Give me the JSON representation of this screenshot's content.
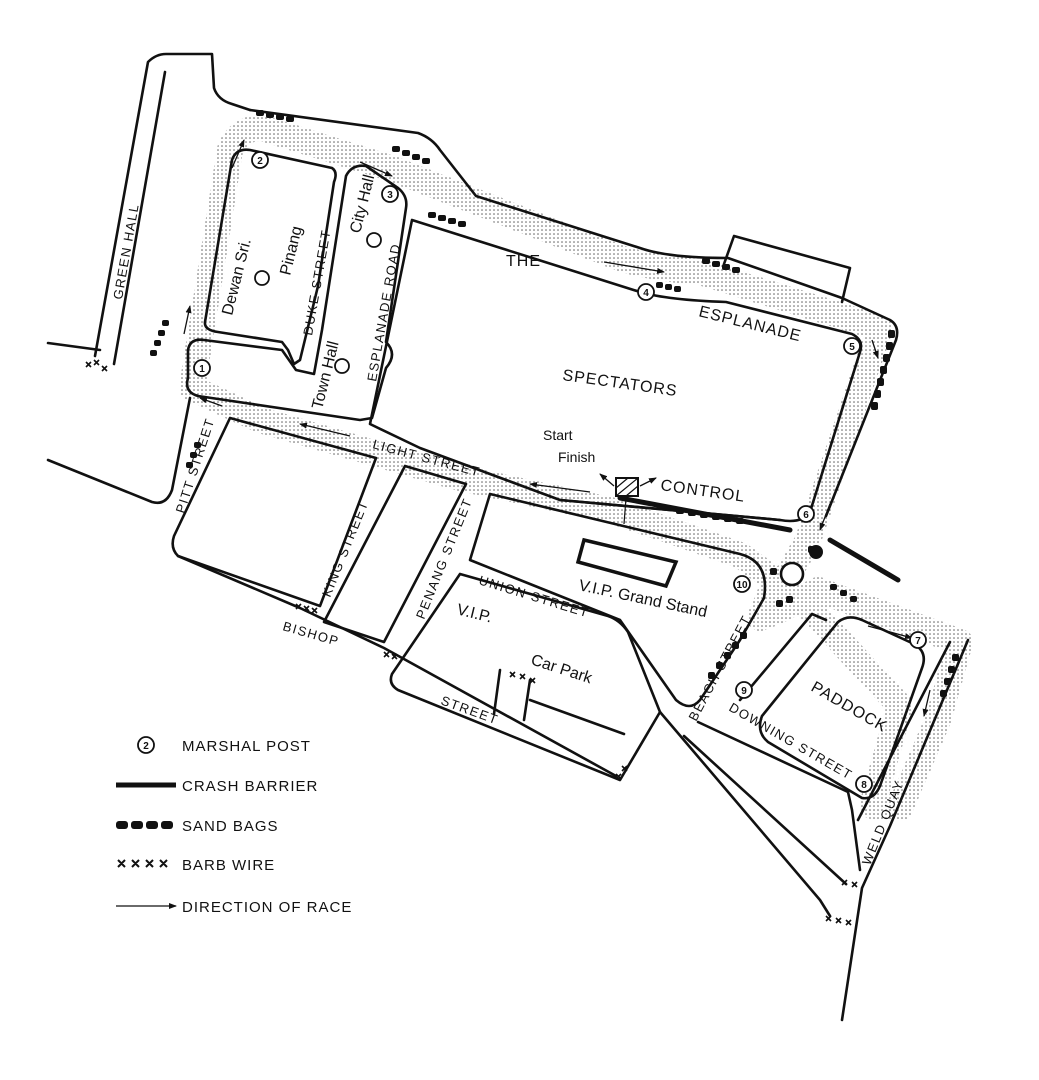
{
  "streets": {
    "green_hall": "GREEN HALL",
    "pitt_street": "PITT STREET",
    "duke_street": "DUKE STREET",
    "esplanade_road": "ESPLANADE ROAD",
    "light_street": "LIGHT STREET",
    "king_street": "KING STREET",
    "penang_street": "PENANG STREET",
    "union_street": "UNION STREET",
    "bishop": "BISHOP",
    "street": "STREET",
    "beach_street": "BEACH STREET",
    "downing_street": "DOWNING STREET",
    "weld_quay": "WELD QUAY"
  },
  "places": {
    "dewan_sri": "Dewan Sri.",
    "pinang": "Pinang",
    "city_hall": "City Hall",
    "town_hall": "Town Hall",
    "the": "THE",
    "esplanade": "ESPLANADE",
    "spectators": "SPECTATORS",
    "start": "Start",
    "finish": "Finish",
    "control": "CONTROL",
    "vip_grand_stand": "V.I.P. Grand Stand",
    "vip": "V.I.P.",
    "car_park": "Car Park",
    "paddock": "PADDOCK"
  },
  "marshal_posts": [
    "1",
    "2",
    "3",
    "4",
    "5",
    "6",
    "7",
    "8",
    "9",
    "10"
  ],
  "legend": {
    "marshal_post_symbol": "2",
    "marshal_post": "MARSHAL POST",
    "crash_barrier": "CRASH BARRIER",
    "sand_bags": "SAND BAGS",
    "barb_wire": "BARB WIRE",
    "direction_of_race": "DIRECTION OF RACE"
  }
}
